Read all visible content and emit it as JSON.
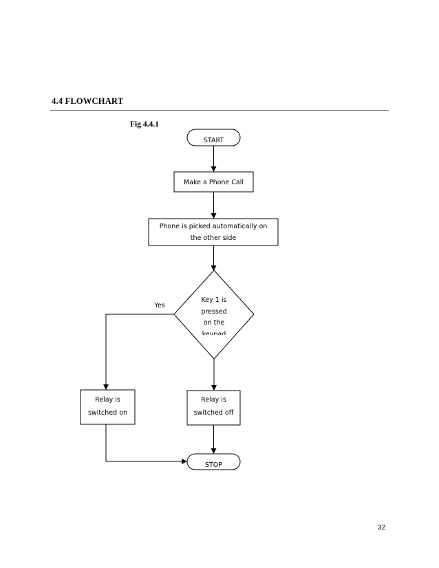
{
  "heading": "4.4 FLOWCHART",
  "figure_caption": "Fig 4.4.1",
  "flowchart": {
    "start": "START",
    "make_call": "Make a Phone Call",
    "picked_line1": "Phone is picked automatically on",
    "picked_line2": "the other side",
    "decision_line1": "Key 1 is",
    "decision_line2": "pressed",
    "decision_line3": "on the",
    "decision_line4": "keypad",
    "yes_label": "Yes",
    "relay_on_line1": "Relay is",
    "relay_on_line2": "switched on",
    "relay_off_line1": "Relay is",
    "relay_off_line2": "switched off",
    "stop": "STOP"
  },
  "page_number": "32"
}
